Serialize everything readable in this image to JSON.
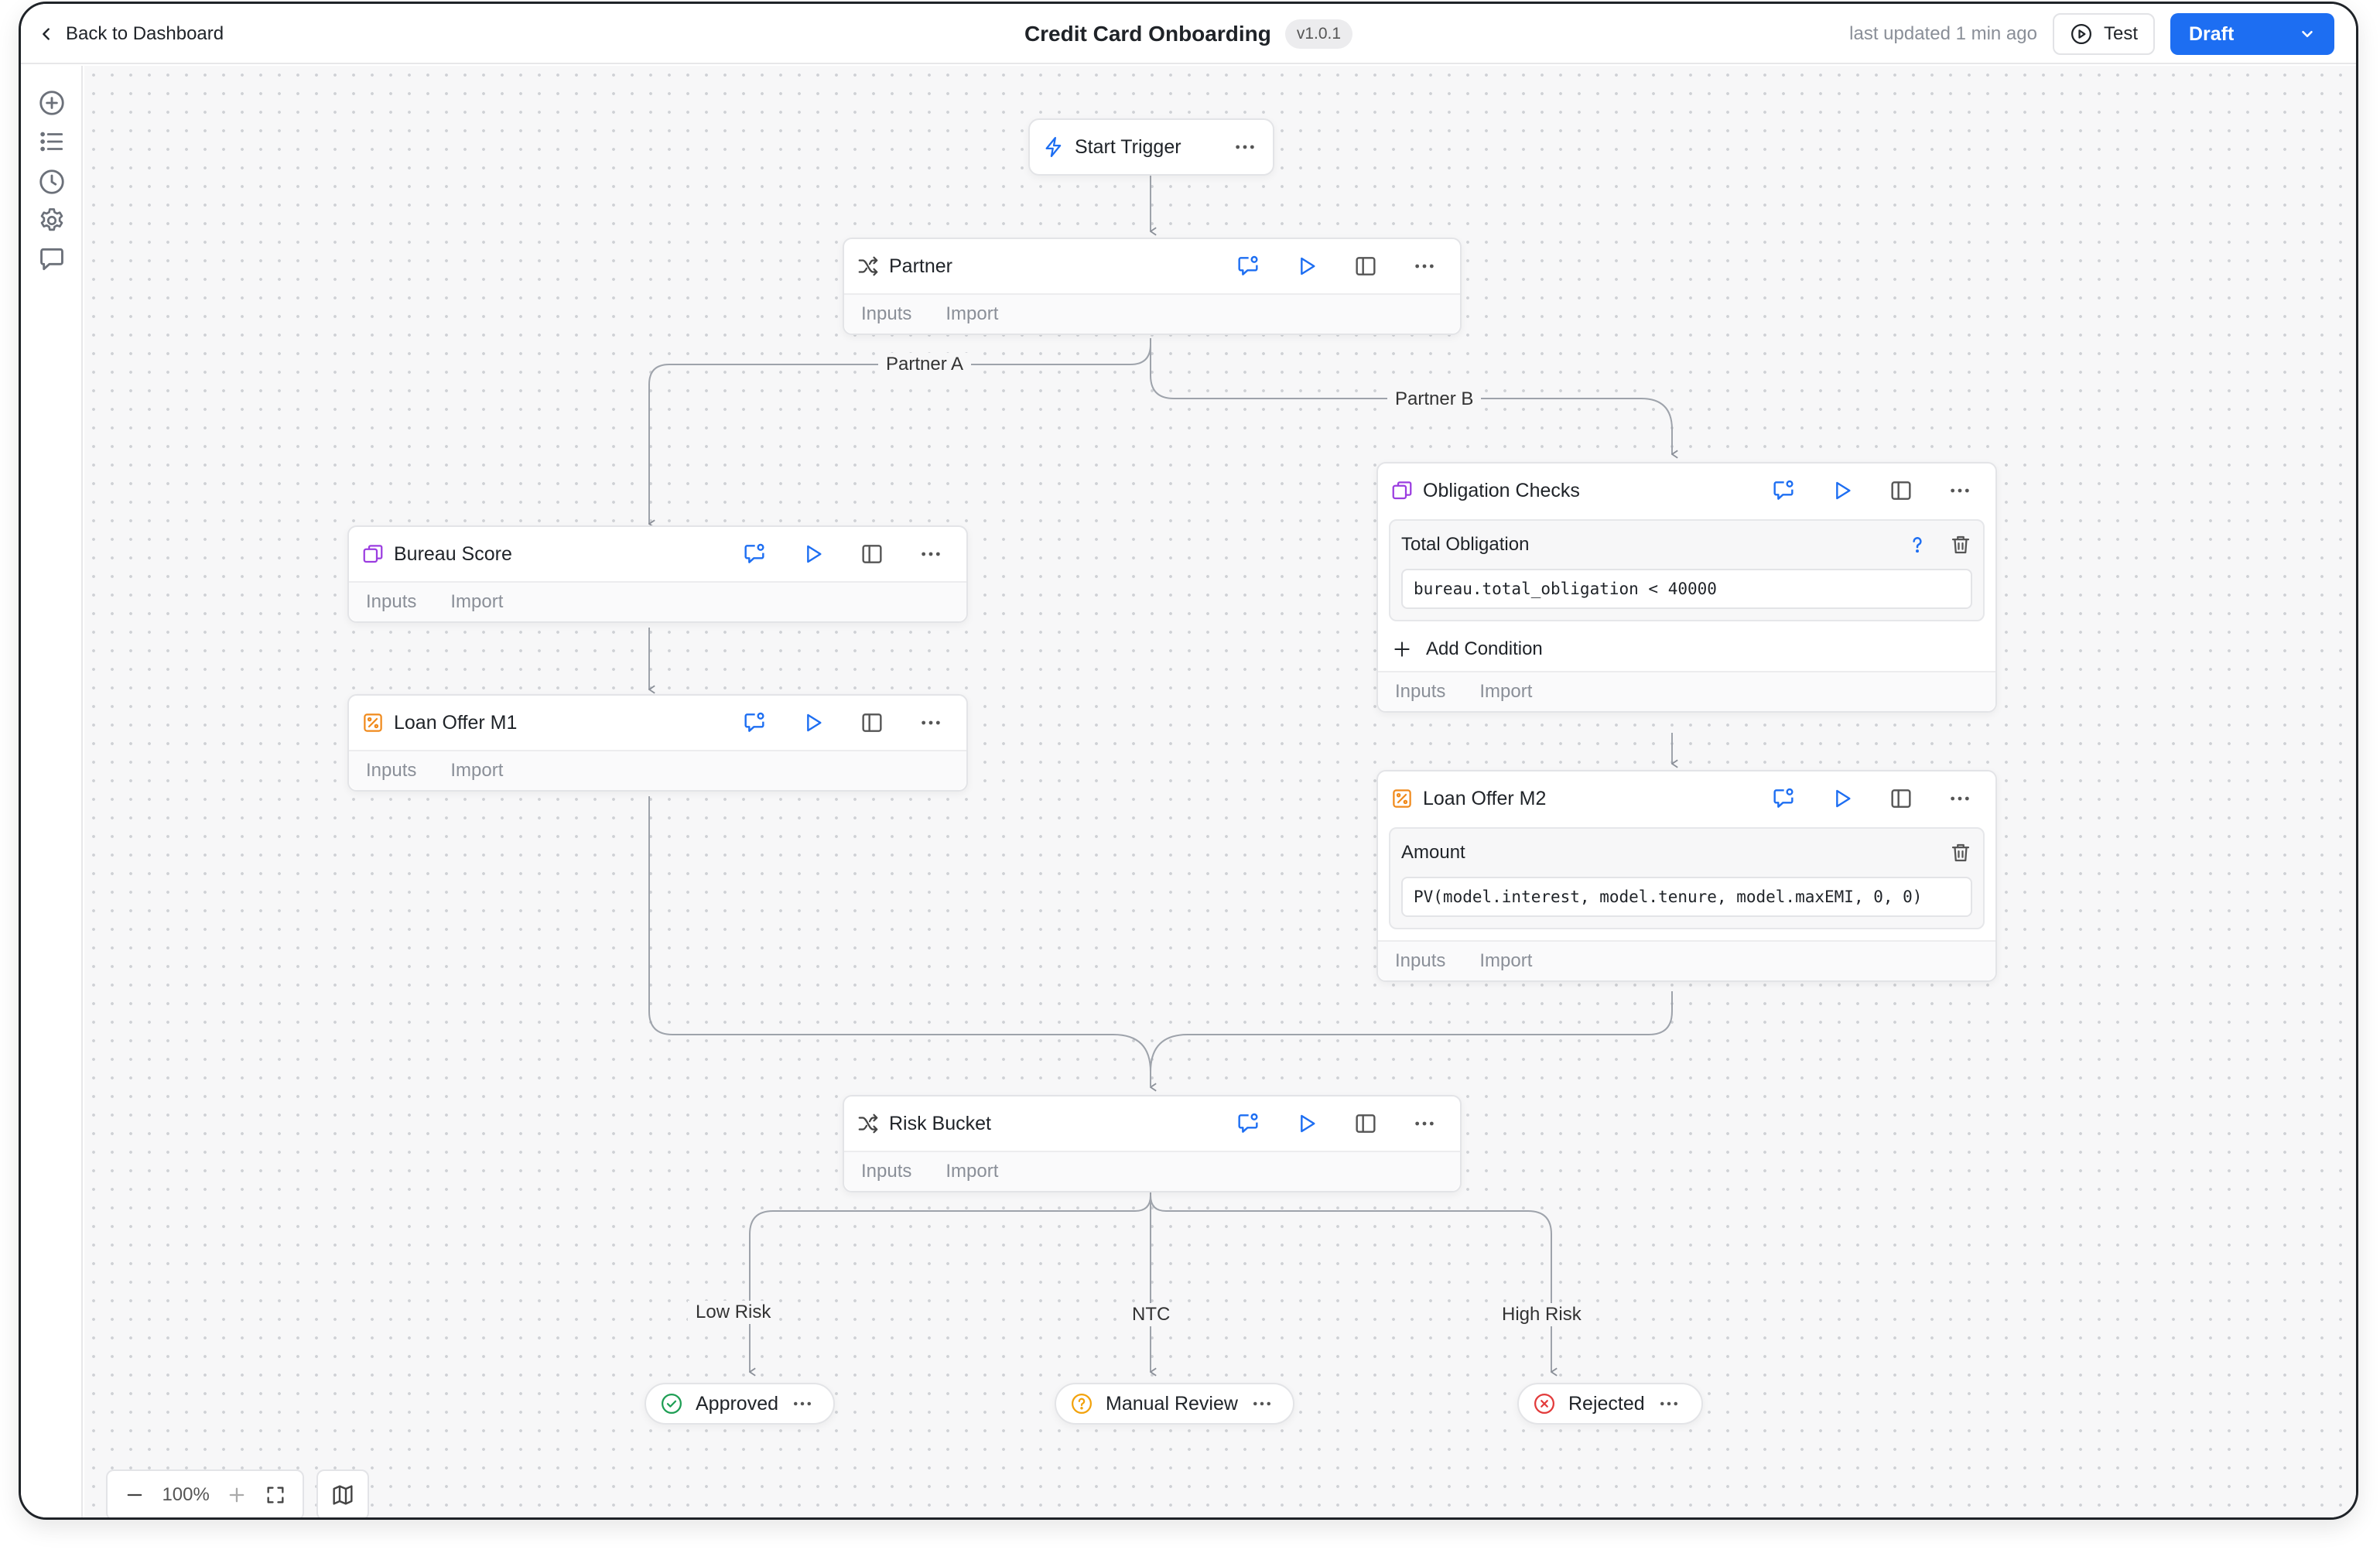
{
  "header": {
    "back_label": "Back to Dashboard",
    "title": "Credit Card Onboarding",
    "version": "v1.0.1",
    "last_updated": "last updated 1 min ago",
    "test_label": "Test",
    "draft_label": "Draft"
  },
  "sidebar": {
    "icons": [
      "add-icon",
      "list-icon",
      "clock-icon",
      "gear-icon",
      "chat-icon"
    ]
  },
  "colors": {
    "accent": "#1d6ef2",
    "purple": "#9b3de0",
    "orange": "#f08a1c",
    "success": "#1e9e54",
    "warning": "#f2a20c",
    "danger": "#e23b3b"
  },
  "nodes": {
    "start": {
      "title": "Start Trigger"
    },
    "partner": {
      "title": "Partner",
      "inputs": "Inputs",
      "import": "Import"
    },
    "bureau": {
      "title": "Bureau Score",
      "inputs": "Inputs",
      "import": "Import"
    },
    "loan_m1": {
      "title": "Loan Offer M1",
      "inputs": "Inputs",
      "import": "Import"
    },
    "obligation": {
      "title": "Obligation Checks",
      "condition_title": "Total Obligation",
      "condition_expr": "bureau.total_obligation < 40000",
      "add_condition": "Add Condition",
      "inputs": "Inputs",
      "import": "Import"
    },
    "loan_m2": {
      "title": "Loan Offer M2",
      "field_title": "Amount",
      "field_expr": "PV(model.interest, model.tenure, model.maxEMI, 0, 0)",
      "inputs": "Inputs",
      "import": "Import"
    },
    "risk": {
      "title": "Risk Bucket",
      "inputs": "Inputs",
      "import": "Import"
    }
  },
  "edges": {
    "partner_a": "Partner A",
    "partner_b": "Partner B",
    "low_risk": "Low Risk",
    "ntc": "NTC",
    "high_risk": "High Risk"
  },
  "outcomes": {
    "approved": "Approved",
    "manual_review": "Manual Review",
    "rejected": "Rejected"
  },
  "zoom": {
    "level": "100%"
  }
}
